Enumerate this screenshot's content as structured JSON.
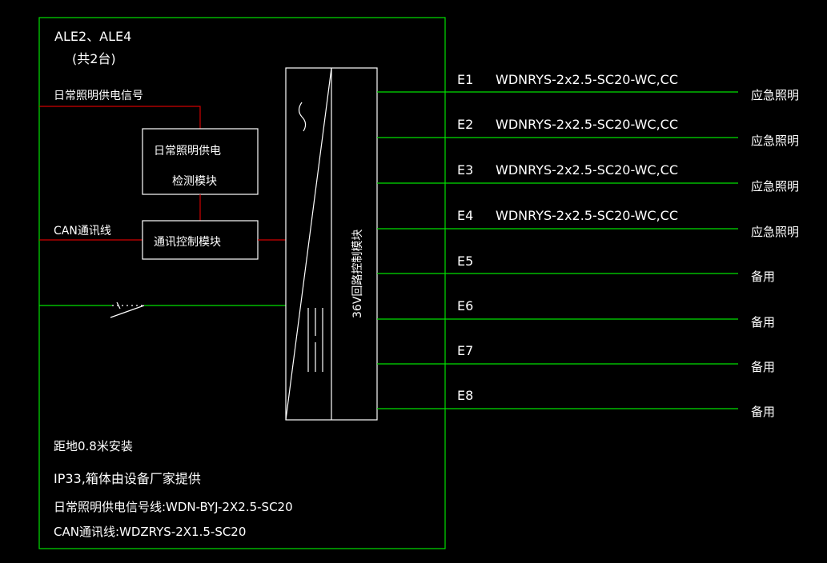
{
  "panel": {
    "title_line1": "ALE2、ALE4",
    "title_line2": "(共2台)"
  },
  "inputs": {
    "daily_signal_label": "日常照明供电信号",
    "can_label": "CAN通讯线"
  },
  "modules": {
    "detect_line1": "日常照明供电",
    "detect_line2": "检测模块",
    "comm": "通讯控制模块",
    "controller": "36V回路控制模块"
  },
  "circuits": [
    {
      "id": "E1",
      "cable": "WDNRYS-2x2.5-SC20-WC,CC",
      "load": "应急照明"
    },
    {
      "id": "E2",
      "cable": "WDNRYS-2x2.5-SC20-WC,CC",
      "load": "应急照明"
    },
    {
      "id": "E3",
      "cable": "WDNRYS-2x2.5-SC20-WC,CC",
      "load": "应急照明"
    },
    {
      "id": "E4",
      "cable": "WDNRYS-2x2.5-SC20-WC,CC",
      "load": "应急照明"
    },
    {
      "id": "E5",
      "cable": "",
      "load": "备用"
    },
    {
      "id": "E6",
      "cable": "",
      "load": "备用"
    },
    {
      "id": "E7",
      "cable": "",
      "load": "备用"
    },
    {
      "id": "E8",
      "cable": "",
      "load": "备用"
    }
  ],
  "notes": {
    "install": "距地0.8米安装",
    "ip": "IP33,箱体由设备厂家提供",
    "signal_cable": "日常照明供电信号线:WDN-BYJ-2X2.5-SC20",
    "can_cable": "CAN通讯线:WDZRYS-2X1.5-SC20"
  },
  "colors": {
    "background": "#000000",
    "wire_green": "#00e000",
    "wire_red": "#d00000",
    "text": "#ffffff"
  }
}
